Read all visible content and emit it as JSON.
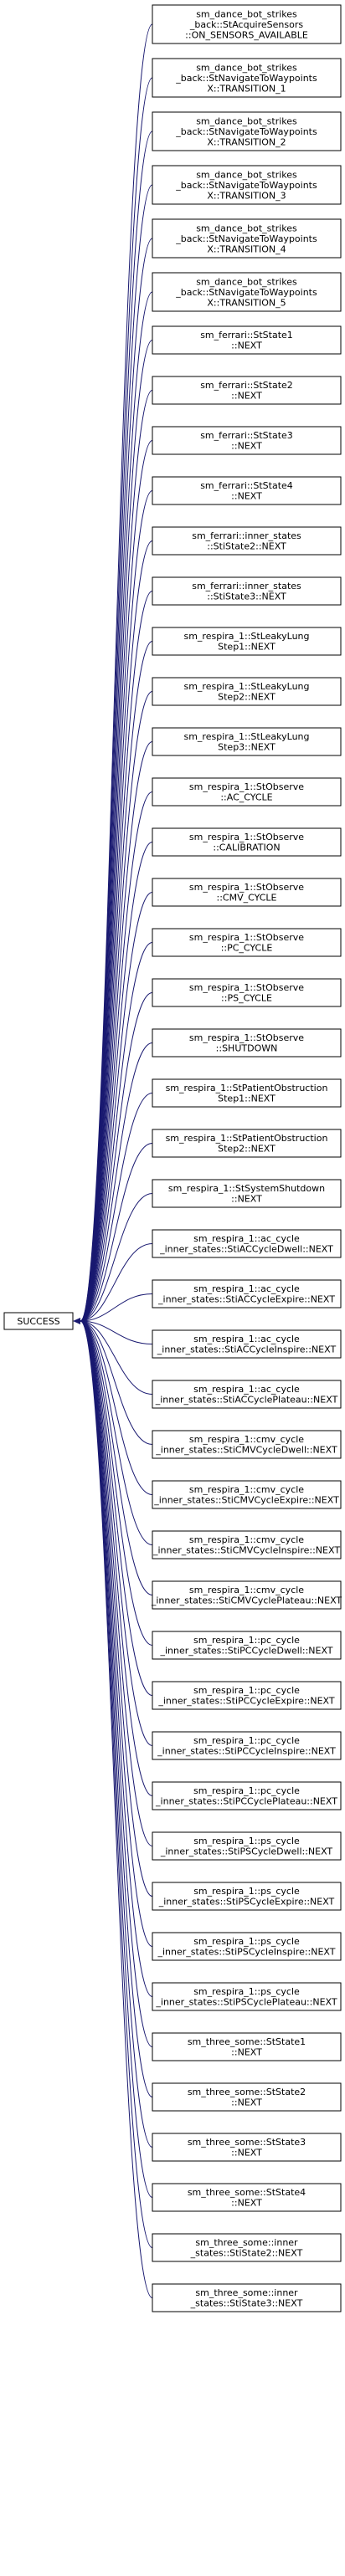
{
  "target": {
    "label": "SUCCESS"
  },
  "sources": [
    [
      "sm_dance_bot_strikes",
      "_back::StAcquireSensors",
      "::ON_SENSORS_AVAILABLE"
    ],
    [
      "sm_dance_bot_strikes",
      "_back::StNavigateToWaypoints",
      "X::TRANSITION_1"
    ],
    [
      "sm_dance_bot_strikes",
      "_back::StNavigateToWaypoints",
      "X::TRANSITION_2"
    ],
    [
      "sm_dance_bot_strikes",
      "_back::StNavigateToWaypoints",
      "X::TRANSITION_3"
    ],
    [
      "sm_dance_bot_strikes",
      "_back::StNavigateToWaypoints",
      "X::TRANSITION_4"
    ],
    [
      "sm_dance_bot_strikes",
      "_back::StNavigateToWaypoints",
      "X::TRANSITION_5"
    ],
    [
      "sm_ferrari::StState1",
      "::NEXT"
    ],
    [
      "sm_ferrari::StState2",
      "::NEXT"
    ],
    [
      "sm_ferrari::StState3",
      "::NEXT"
    ],
    [
      "sm_ferrari::StState4",
      "::NEXT"
    ],
    [
      "sm_ferrari::inner_states",
      "::StiState2::NEXT"
    ],
    [
      "sm_ferrari::inner_states",
      "::StiState3::NEXT"
    ],
    [
      "sm_respira_1::StLeakyLung",
      "Step1::NEXT"
    ],
    [
      "sm_respira_1::StLeakyLung",
      "Step2::NEXT"
    ],
    [
      "sm_respira_1::StLeakyLung",
      "Step3::NEXT"
    ],
    [
      "sm_respira_1::StObserve",
      "::AC_CYCLE"
    ],
    [
      "sm_respira_1::StObserve",
      "::CALIBRATION"
    ],
    [
      "sm_respira_1::StObserve",
      "::CMV_CYCLE"
    ],
    [
      "sm_respira_1::StObserve",
      "::PC_CYCLE"
    ],
    [
      "sm_respira_1::StObserve",
      "::PS_CYCLE"
    ],
    [
      "sm_respira_1::StObserve",
      "::SHUTDOWN"
    ],
    [
      "sm_respira_1::StPatientObstruction",
      "Step1::NEXT"
    ],
    [
      "sm_respira_1::StPatientObstruction",
      "Step2::NEXT"
    ],
    [
      "sm_respira_1::StSystemShutdown",
      "::NEXT"
    ],
    [
      "sm_respira_1::ac_cycle",
      "_inner_states::StiACCycleDwell::NEXT"
    ],
    [
      "sm_respira_1::ac_cycle",
      "_inner_states::StiACCycleExpire::NEXT"
    ],
    [
      "sm_respira_1::ac_cycle",
      "_inner_states::StiACCycleInspire::NEXT"
    ],
    [
      "sm_respira_1::ac_cycle",
      "_inner_states::StiACCyclePlateau::NEXT"
    ],
    [
      "sm_respira_1::cmv_cycle",
      "_inner_states::StiCMVCycleDwell::NEXT"
    ],
    [
      "sm_respira_1::cmv_cycle",
      "_inner_states::StiCMVCycleExpire::NEXT"
    ],
    [
      "sm_respira_1::cmv_cycle",
      "_inner_states::StiCMVCycleInspire::NEXT"
    ],
    [
      "sm_respira_1::cmv_cycle",
      "_inner_states::StiCMVCyclePlateau::NEXT"
    ],
    [
      "sm_respira_1::pc_cycle",
      "_inner_states::StiPCCycleDwell::NEXT"
    ],
    [
      "sm_respira_1::pc_cycle",
      "_inner_states::StiPCCycleExpire::NEXT"
    ],
    [
      "sm_respira_1::pc_cycle",
      "_inner_states::StiPCCycleInspire::NEXT"
    ],
    [
      "sm_respira_1::pc_cycle",
      "_inner_states::StiPCCyclePlateau::NEXT"
    ],
    [
      "sm_respira_1::ps_cycle",
      "_inner_states::StiPSCycleDwell::NEXT"
    ],
    [
      "sm_respira_1::ps_cycle",
      "_inner_states::StiPSCycleExpire::NEXT"
    ],
    [
      "sm_respira_1::ps_cycle",
      "_inner_states::StiPSCycleInspire::NEXT"
    ],
    [
      "sm_respira_1::ps_cycle",
      "_inner_states::StiPSCyclePlateau::NEXT"
    ],
    [
      "sm_three_some::StState1",
      "::NEXT"
    ],
    [
      "sm_three_some::StState2",
      "::NEXT"
    ],
    [
      "sm_three_some::StState3",
      "::NEXT"
    ],
    [
      "sm_three_some::StState4",
      "::NEXT"
    ],
    [
      "sm_three_some::inner",
      "_states::StiState2::NEXT"
    ],
    [
      "sm_three_some::inner",
      "_states::StiState3::NEXT"
    ]
  ],
  "colors": {
    "edge": "#191970",
    "node_border": "#000000",
    "node_fill": "#ffffff",
    "text": "#000000"
  }
}
